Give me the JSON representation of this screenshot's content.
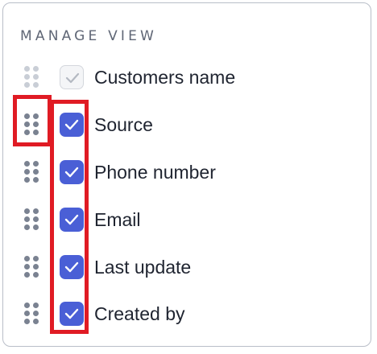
{
  "panel": {
    "title": "MANAGE VIEW"
  },
  "columns": [
    {
      "label": "Customers name",
      "checked": true,
      "locked": true
    },
    {
      "label": "Source",
      "checked": true,
      "locked": false
    },
    {
      "label": "Phone number",
      "checked": true,
      "locked": false
    },
    {
      "label": "Email",
      "checked": true,
      "locked": false
    },
    {
      "label": "Last update",
      "checked": true,
      "locked": false
    },
    {
      "label": "Created by",
      "checked": true,
      "locked": false
    }
  ],
  "colors": {
    "checkbox_checked": "#4a5fd6",
    "highlight": "#e01b24",
    "grip": "#7a8291",
    "grip_disabled": "#c9ced6"
  },
  "icons": {
    "drag": "drag-handle-icon",
    "check": "checkmark-icon"
  }
}
